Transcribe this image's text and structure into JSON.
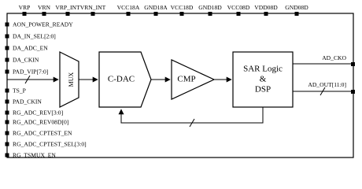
{
  "top_pins": [
    "VRP",
    "VRN",
    "VRP_INT",
    "VRN_INT",
    "VCC18A",
    "GND18A",
    "VCC18D",
    "GND18D",
    "VCC08D",
    "VDD08D",
    "GND08D"
  ],
  "left_pins": [
    "AON_POWER_READY",
    "DA_IN_SEL[2:0]",
    "DA_ADC_EN",
    "DA_CKIN",
    "PAD_VIP[7:0]",
    "TS_P",
    "PAD_CKIN",
    "RG_ADC_REV[3:0]",
    "RG_ADC_REV08D[0]",
    "RG_ADC_CPTEST_EN",
    "RG_ADC_CPTEST_SEL[3:0]",
    "RG_TSMUX_EN"
  ],
  "right_pins": [
    "AD_CKO",
    "AD_OUT[11:0]"
  ],
  "blocks": {
    "mux": "MUX",
    "cdac": "C-DAC",
    "cmp": "CMP",
    "sar_line1": "SAR Logic",
    "sar_line2": "&",
    "sar_line3": "DSP"
  }
}
